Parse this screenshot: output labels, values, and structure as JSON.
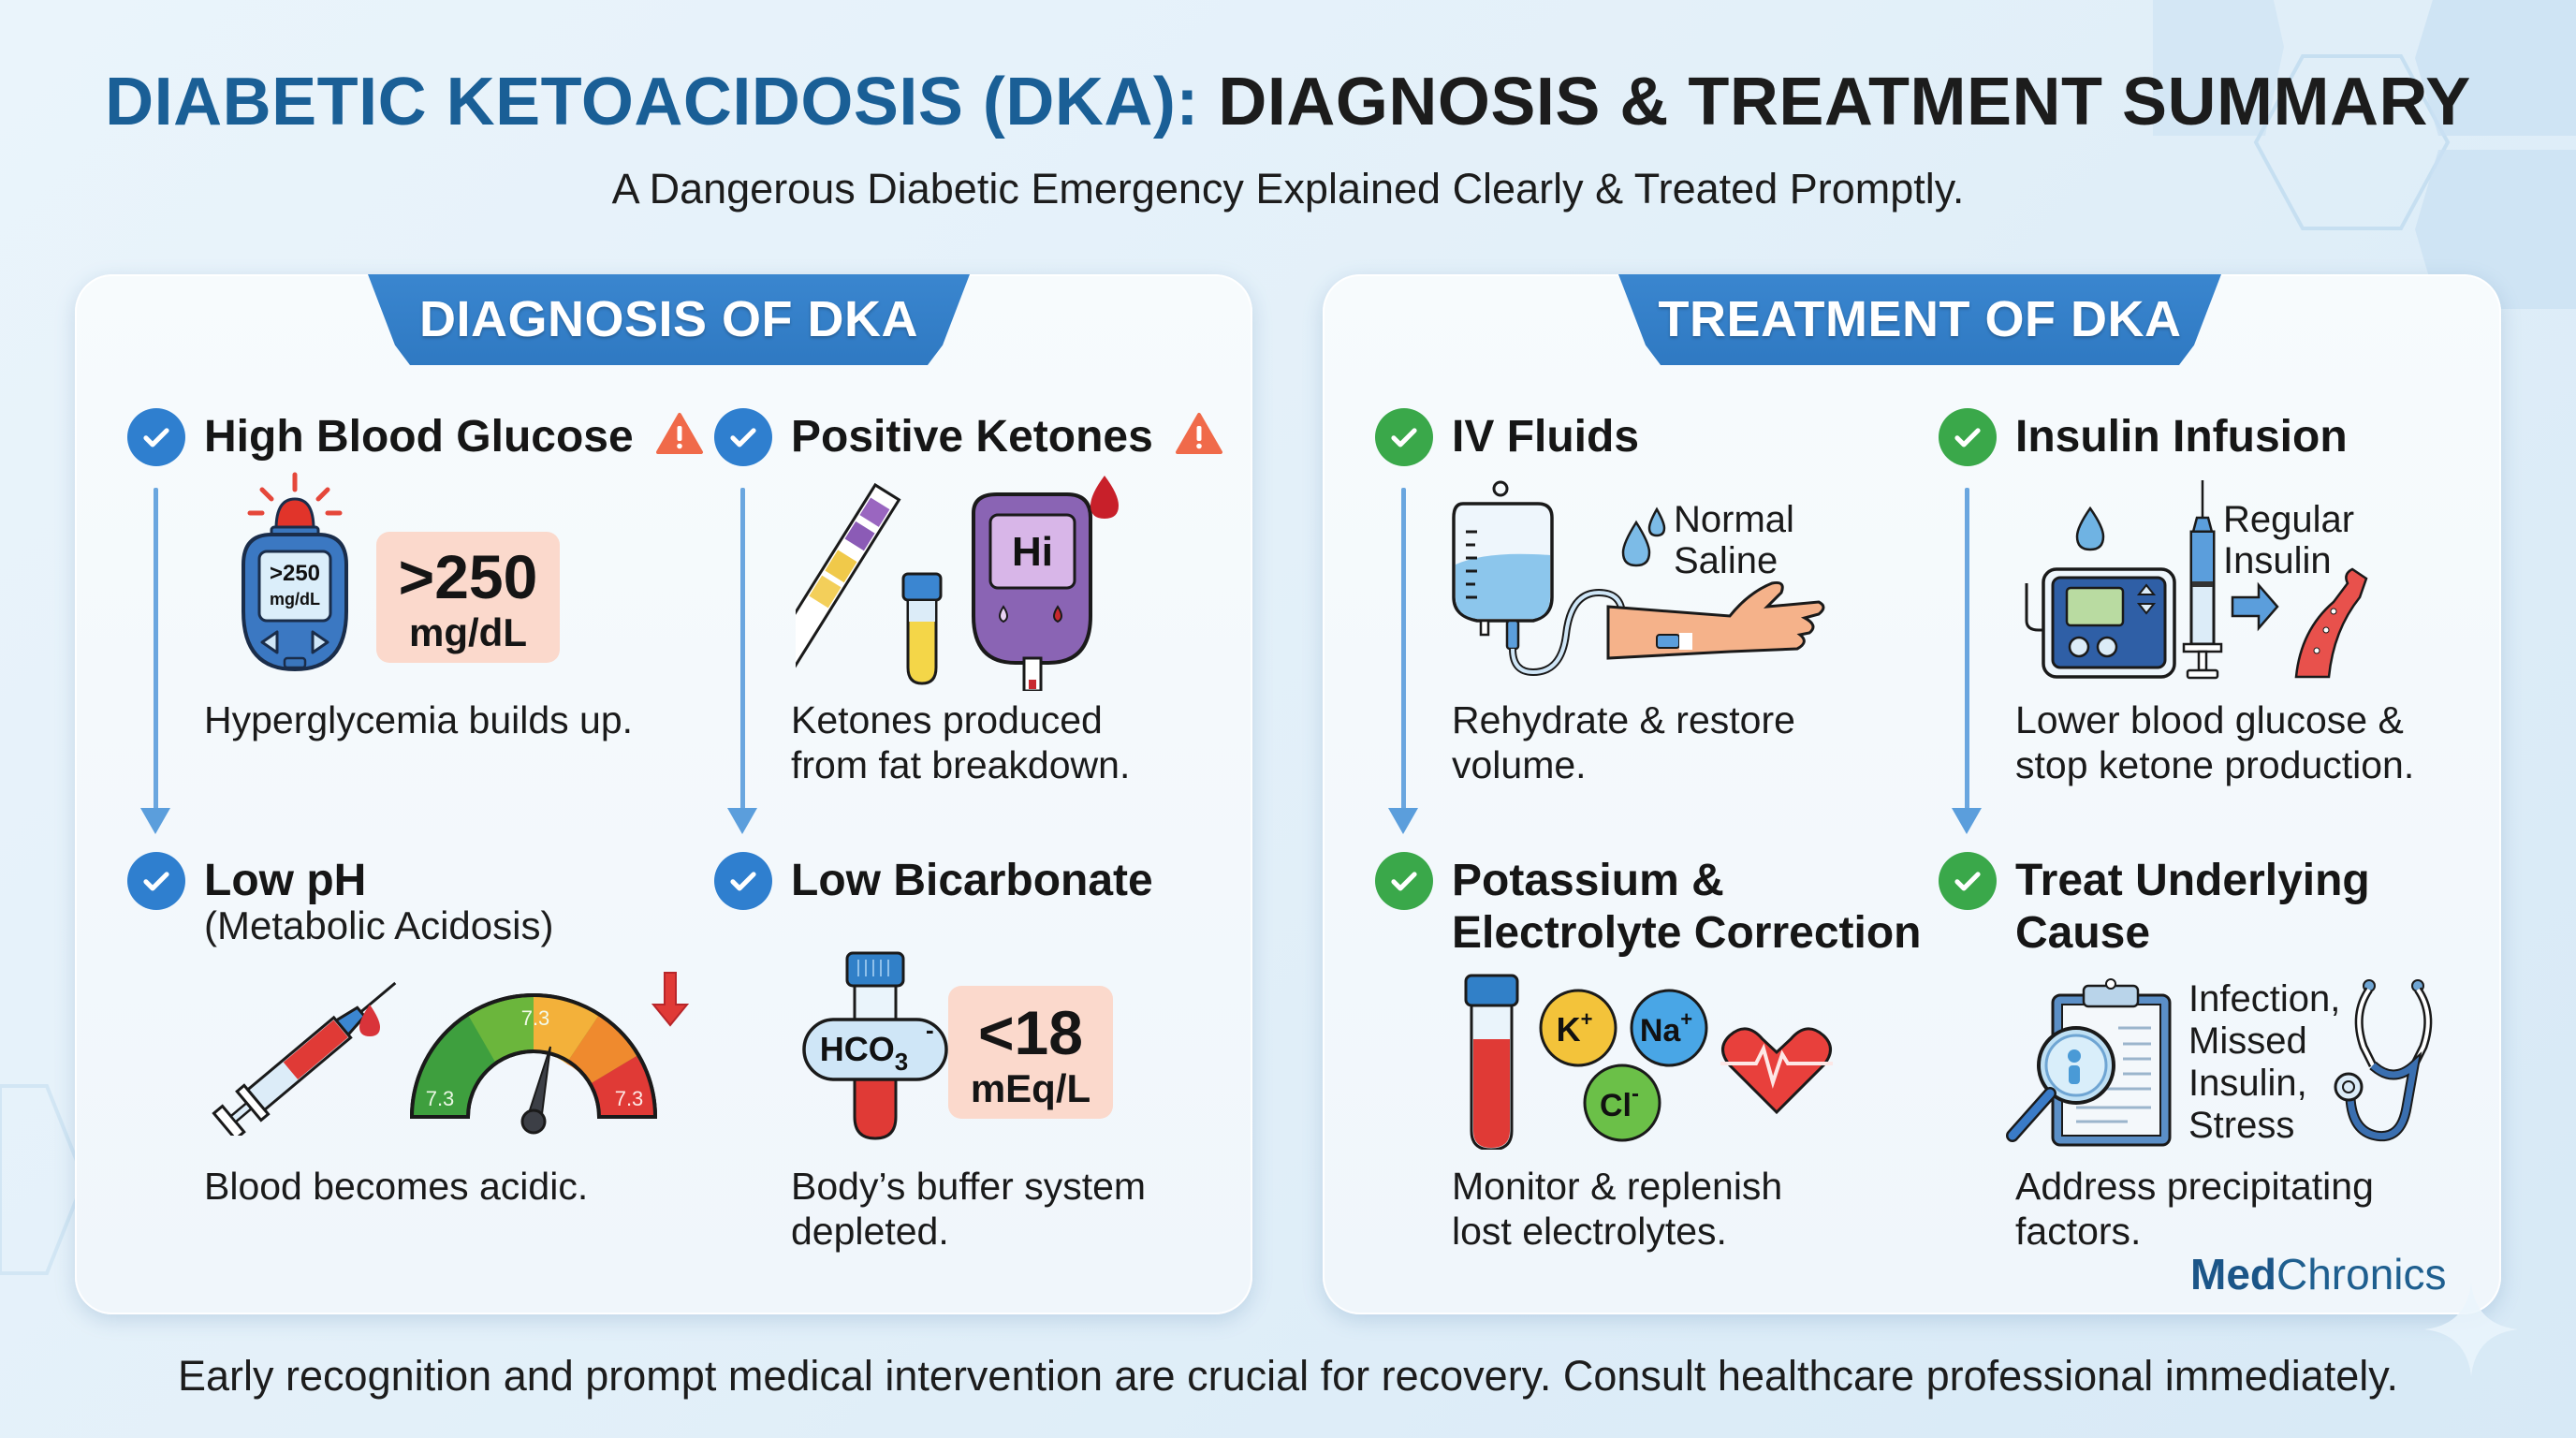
{
  "header": {
    "title_blue": "DIABETIC KETOACIDOSIS (DKA):",
    "title_dark": "DIAGNOSIS & TREATMENT SUMMARY",
    "subtitle": "A Dangerous Diabetic Emergency Explained Clearly & Treated Promptly."
  },
  "colors": {
    "title_blue": "#1a5f96",
    "pill_blue": "#3180c8",
    "check_blue": "#2f7fcf",
    "check_green": "#3aa84a",
    "warning_orange": "#f06a4a",
    "value_box": "#fbd9cc",
    "brand": "#1f5f8f"
  },
  "diagnosis": {
    "header": "DIAGNOSIS OF DKA",
    "items": [
      {
        "title": "High Blood Glucose",
        "warning": true,
        "icon": "glucometer-alarm-icon",
        "meter_value": ">250",
        "meter_unit": "mg/dL",
        "value": ">250",
        "unit": "mg/dL",
        "description": "Hyperglycemia builds up."
      },
      {
        "title": "Positive Ketones",
        "warning": true,
        "icon": "ketone-strip-meter-icon",
        "meter_value": "Hi",
        "description_lines": [
          "Ketones produced",
          "from fat breakdown."
        ]
      },
      {
        "title": "Low pH",
        "subtitle": "(Metabolic Acidosis)",
        "icon": "syringe-ph-gauge-icon",
        "gauge_labels": [
          "7.3",
          "7.3",
          "7.3"
        ],
        "description": "Blood becomes acidic."
      },
      {
        "title": "Low Bicarbonate",
        "icon": "bicarbonate-tube-icon",
        "tube_label": "HCO",
        "tube_sub": "3",
        "tube_sup": "-",
        "value": "<18",
        "unit": "mEq/L",
        "description_lines": [
          "Body’s buffer system",
          "depleted."
        ]
      }
    ]
  },
  "treatment": {
    "header": "TREATMENT OF DKA",
    "items": [
      {
        "title": "IV Fluids",
        "icon": "iv-bag-arm-icon",
        "label_lines": [
          "Normal",
          "Saline"
        ],
        "description_lines": [
          "Rehydrate & restore",
          "volume."
        ]
      },
      {
        "title": "Insulin Infusion",
        "icon": "insulin-pump-syringe-icon",
        "label_lines": [
          "Regular",
          "Insulin"
        ],
        "description_lines": [
          "Lower blood glucose &",
          "stop ketone production."
        ]
      },
      {
        "title_lines": [
          "Potassium &",
          "Electrolyte Correction"
        ],
        "icon": "electrolytes-heart-icon",
        "ions": [
          "K",
          "Na",
          "Cl"
        ],
        "ion_charges": [
          "+",
          "+",
          "-"
        ],
        "description_lines": [
          "Monitor & replenish",
          "lost electrolytes."
        ]
      },
      {
        "title_lines": [
          "Treat Underlying",
          "Cause"
        ],
        "icon": "clipboard-stethoscope-icon",
        "label_lines": [
          "Infection,",
          "Missed",
          "Insulin,",
          "Stress"
        ],
        "description_lines": [
          "Address precipitating",
          "factors."
        ]
      }
    ]
  },
  "brand": {
    "bold": "Med",
    "regular": "Chronics"
  },
  "footer": {
    "text": "Early recognition and prompt medical intervention are crucial for recovery. Consult healthcare professional immediately."
  }
}
